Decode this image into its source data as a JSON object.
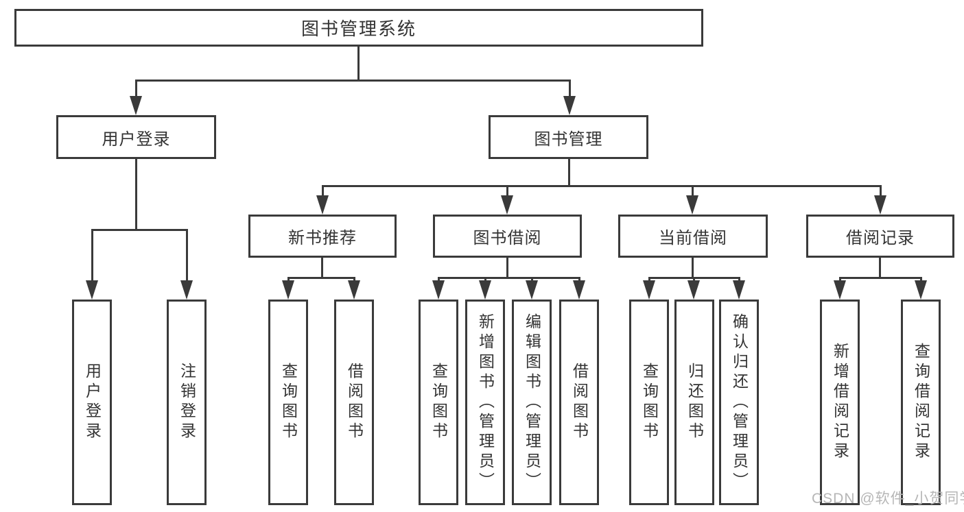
{
  "diagram": {
    "title": "图书管理系统",
    "nodes": {
      "root": {
        "label": "图书管理系统"
      },
      "user_login": {
        "label": "用户登录"
      },
      "book_manage": {
        "label": "图书管理"
      },
      "new_book_rec": {
        "label": "新书推荐"
      },
      "book_borrow": {
        "label": "图书借阅"
      },
      "current_borrow": {
        "label": "当前借阅"
      },
      "borrow_records": {
        "label": "借阅记录"
      },
      "leaf_user_login": {
        "label": "用户登录"
      },
      "leaf_logout": {
        "label": "注销登录"
      },
      "leaf_nb_query": {
        "label": "查询图书"
      },
      "leaf_nb_borrow": {
        "label": "借阅图书"
      },
      "leaf_bb_query": {
        "label": "查询图书"
      },
      "leaf_bb_add": {
        "label": "新增图书（管理员）"
      },
      "leaf_bb_edit": {
        "label": "编辑图书（管理员）"
      },
      "leaf_bb_borrow": {
        "label": "借阅图书"
      },
      "leaf_cb_query": {
        "label": "查询图书"
      },
      "leaf_cb_return": {
        "label": "归还图书"
      },
      "leaf_cb_confirm": {
        "label": "确认归还（管理员）"
      },
      "leaf_br_add": {
        "label": "新增借阅记录"
      },
      "leaf_br_query": {
        "label": "查询借阅记录"
      }
    },
    "edges": [
      [
        "root",
        "user_login"
      ],
      [
        "root",
        "book_manage"
      ],
      [
        "user_login",
        "leaf_user_login"
      ],
      [
        "user_login",
        "leaf_logout"
      ],
      [
        "book_manage",
        "new_book_rec"
      ],
      [
        "book_manage",
        "book_borrow"
      ],
      [
        "book_manage",
        "current_borrow"
      ],
      [
        "book_manage",
        "borrow_records"
      ],
      [
        "new_book_rec",
        "leaf_nb_query"
      ],
      [
        "new_book_rec",
        "leaf_nb_borrow"
      ],
      [
        "book_borrow",
        "leaf_bb_query"
      ],
      [
        "book_borrow",
        "leaf_bb_add"
      ],
      [
        "book_borrow",
        "leaf_bb_edit"
      ],
      [
        "book_borrow",
        "leaf_bb_borrow"
      ],
      [
        "current_borrow",
        "leaf_cb_query"
      ],
      [
        "current_borrow",
        "leaf_cb_return"
      ],
      [
        "current_borrow",
        "leaf_cb_confirm"
      ],
      [
        "borrow_records",
        "leaf_br_add"
      ],
      [
        "borrow_records",
        "leaf_br_query"
      ]
    ],
    "watermark": "CSDN @软件_小贺同学"
  },
  "colors": {
    "line": "#3a3a3a",
    "text": "#333333",
    "box_fill": "#ffffff",
    "background": "#ffffff",
    "watermark": "#b6b6b6"
  }
}
